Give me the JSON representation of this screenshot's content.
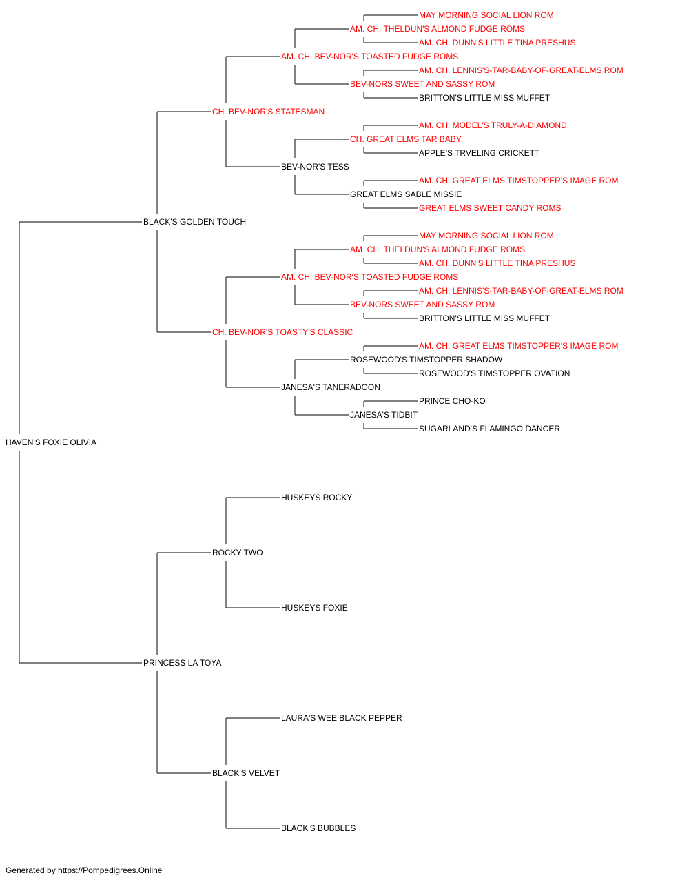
{
  "colors": {
    "highlight": "#ff0000",
    "normal": "#000000",
    "line": "#333333"
  },
  "pedigree": {
    "name": "HAVEN'S FOXIE OLIVIA",
    "sire": {
      "name": "BLACK'S GOLDEN TOUCH",
      "sire": {
        "name": "CH. BEV-NOR'S STATESMAN",
        "highlight": true,
        "sire": {
          "name": "AM. CH. BEV-NOR'S TOASTED FUDGE ROMS",
          "highlight": true,
          "sire": {
            "name": "AM. CH. THELDUN'S ALMOND FUDGE ROMS",
            "highlight": true,
            "sire": {
              "name": "MAY MORNING SOCIAL LION ROM",
              "highlight": true
            },
            "dam": {
              "name": "AM. CH. DUNN'S LITTLE TINA PRESHUS",
              "highlight": true
            }
          },
          "dam": {
            "name": "BEV-NORS SWEET AND SASSY ROM",
            "highlight": true,
            "sire": {
              "name": "AM. CH. LENNIS'S-TAR-BABY-OF-GREAT-ELMS ROM",
              "highlight": true
            },
            "dam": {
              "name": "BRITTON'S LITTLE MISS MUFFET"
            }
          }
        },
        "dam": {
          "name": "BEV-NOR'S TESS",
          "sire": {
            "name": "CH. GREAT ELMS TAR BABY",
            "highlight": true,
            "sire": {
              "name": "AM. CH. MODEL'S TRULY-A-DIAMOND",
              "highlight": true
            },
            "dam": {
              "name": "APPLE'S TRVELING CRICKETT"
            }
          },
          "dam": {
            "name": "GREAT ELMS SABLE MISSIE",
            "sire": {
              "name": "AM. CH. GREAT ELMS TIMSTOPPER'S IMAGE ROM",
              "highlight": true
            },
            "dam": {
              "name": "GREAT ELMS SWEET CANDY ROMS",
              "highlight": true
            }
          }
        }
      },
      "dam": {
        "name": "CH. BEV-NOR'S TOASTY'S CLASSIC",
        "highlight": true,
        "sire": {
          "name": "AM. CH. BEV-NOR'S TOASTED FUDGE ROMS",
          "highlight": true,
          "sire": {
            "name": "AM. CH. THELDUN'S ALMOND FUDGE ROMS",
            "highlight": true,
            "sire": {
              "name": "MAY MORNING SOCIAL LION ROM",
              "highlight": true
            },
            "dam": {
              "name": "AM. CH. DUNN'S LITTLE TINA PRESHUS",
              "highlight": true
            }
          },
          "dam": {
            "name": "BEV-NORS SWEET AND SASSY ROM",
            "highlight": true,
            "sire": {
              "name": "AM. CH. LENNIS'S-TAR-BABY-OF-GREAT-ELMS ROM",
              "highlight": true
            },
            "dam": {
              "name": "BRITTON'S LITTLE MISS MUFFET"
            }
          }
        },
        "dam": {
          "name": "JANESA'S TANERADOON",
          "sire": {
            "name": "ROSEWOOD'S TIMSTOPPER SHADOW",
            "sire": {
              "name": "AM. CH. GREAT ELMS TIMSTOPPER'S IMAGE ROM",
              "highlight": true
            },
            "dam": {
              "name": "ROSEWOOD'S TIMSTOPPER OVATION"
            }
          },
          "dam": {
            "name": "JANESA'S TIDBIT",
            "sire": {
              "name": "PRINCE CHO-KO"
            },
            "dam": {
              "name": "SUGARLAND'S FLAMINGO DANCER"
            }
          }
        }
      }
    },
    "dam": {
      "name": "PRINCESS LA TOYA",
      "sire": {
        "name": "ROCKY TWO",
        "sire": {
          "name": "HUSKEYS ROCKY"
        },
        "dam": {
          "name": "HUSKEYS FOXIE"
        }
      },
      "dam": {
        "name": "BLACK'S VELVET",
        "sire": {
          "name": "LAURA'S WEE BLACK PEPPER"
        },
        "dam": {
          "name": "BLACK'S BUBBLES"
        }
      }
    }
  },
  "footer": {
    "text": "Generated by https://Pompedigrees.Online"
  }
}
